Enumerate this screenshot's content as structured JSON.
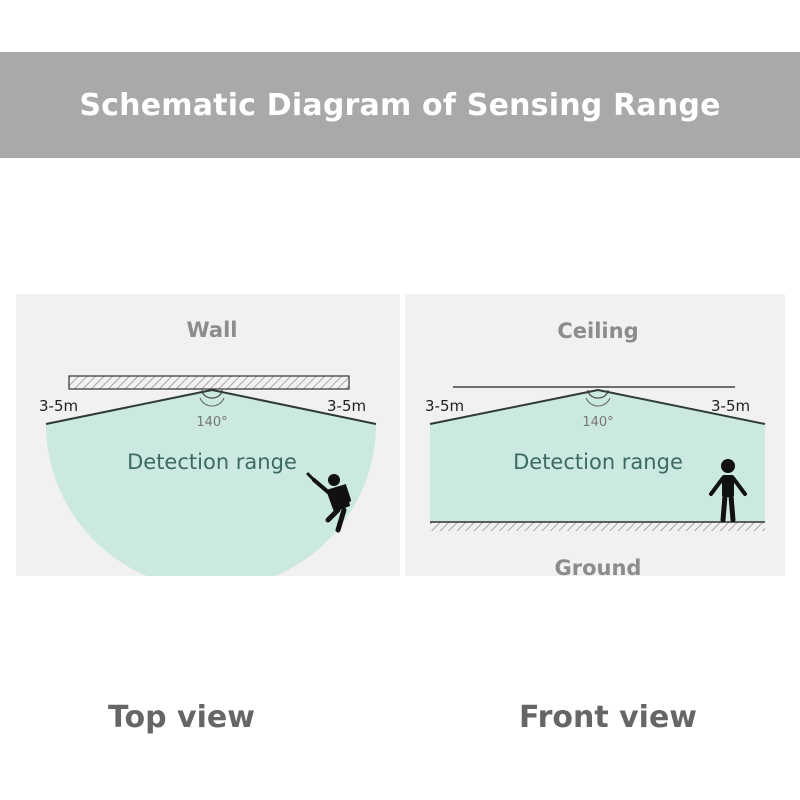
{
  "header": {
    "title": "Schematic Diagram of Sensing Range"
  },
  "top_view": {
    "surface_label": "Wall",
    "left_distance": "3-5m",
    "right_distance": "3-5m",
    "angle": "140°",
    "region_label": "Detection range",
    "caption": "Top view"
  },
  "front_view": {
    "surface_label": "Ceiling",
    "left_distance": "3-5m",
    "right_distance": "3-5m",
    "angle": "140°",
    "region_label": "Detection range",
    "floor_label": "Ground",
    "caption": "Front view"
  },
  "colors": {
    "banner": "#a9a9a9",
    "detection_fill": "#cbe8e1",
    "label_gray": "#8c8c8c",
    "panel_bg": "#f1f1f1"
  }
}
